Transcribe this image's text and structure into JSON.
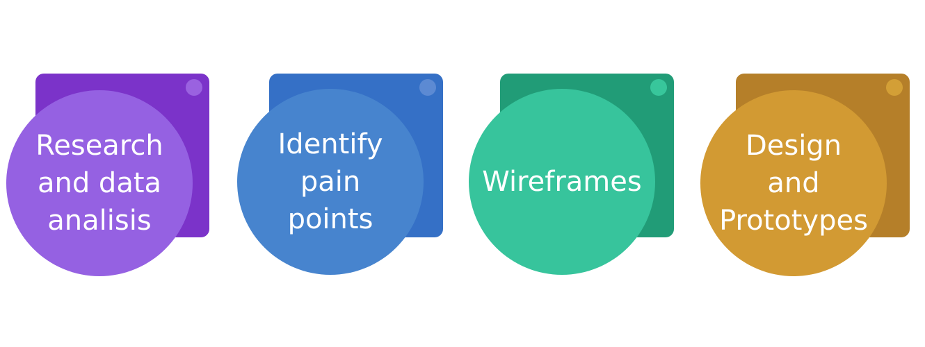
{
  "steps": [
    {
      "label": "Research\nand data\nanalisis",
      "square_color": "#7b33c9",
      "circle_color": "#9561e2"
    },
    {
      "label": "Identify\npain\npoints",
      "square_color": "#3570c6",
      "circle_color": "#4784ce"
    },
    {
      "label": "Wireframes",
      "square_color": "#219c77",
      "circle_color": "#37c49c"
    },
    {
      "label": "Design\nand\nPrototypes",
      "square_color": "#b57f29",
      "circle_color": "#d29a33"
    }
  ]
}
